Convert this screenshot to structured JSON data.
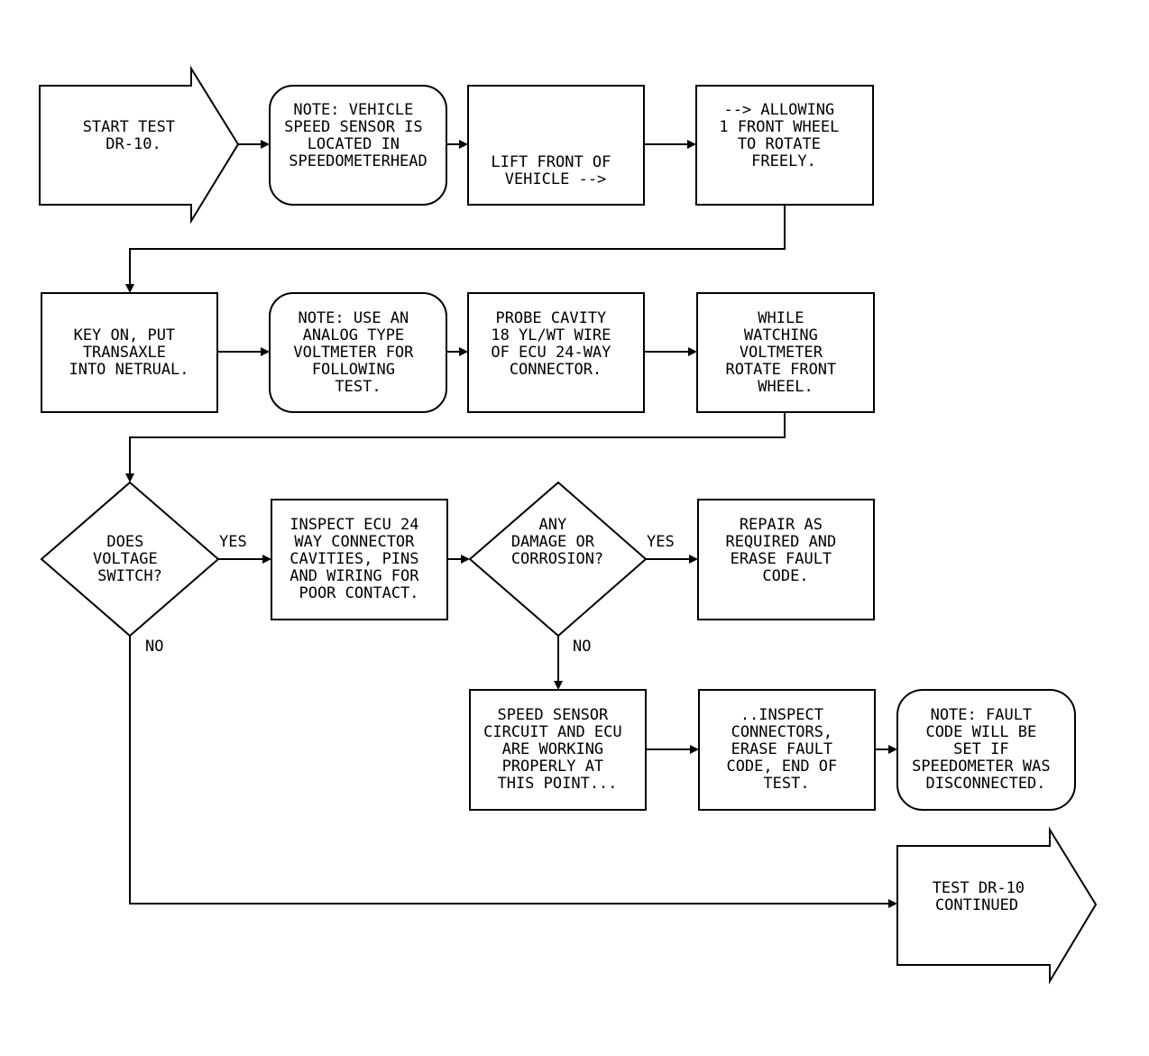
{
  "nodes": {
    "start": [
      "START TEST",
      "DR-10."
    ],
    "note_vss": [
      "NOTE: VEHICLE",
      "SPEED SENSOR IS",
      "LOCATED IN",
      "SPEEDOMETERHEAD"
    ],
    "lift": [
      "LIFT FRONT OF",
      "VEHICLE -->"
    ],
    "allowing": [
      "--> ALLOWING",
      "1 FRONT WHEEL",
      "TO ROTATE",
      "FREELY."
    ],
    "key_on": [
      "KEY ON, PUT",
      "TRANSAXLE",
      "INTO NETRUAL."
    ],
    "note_analog": [
      "NOTE: USE AN",
      "ANALOG TYPE",
      "VOLTMETER FOR",
      "FOLLOWING",
      "TEST."
    ],
    "probe": [
      "PROBE CAVITY",
      "18 YL/WT WIRE",
      "OF ECU 24-WAY",
      "CONNECTOR."
    ],
    "while": [
      "WHILE",
      "WATCHING",
      "VOLTMETER",
      "ROTATE FRONT",
      "WHEEL."
    ],
    "dec_voltage": [
      "DOES",
      "VOLTAGE",
      "SWITCH?"
    ],
    "inspect_ecu": [
      "INSPECT ECU 24",
      "WAY CONNECTOR",
      "CAVITIES, PINS",
      "AND WIRING FOR",
      "POOR CONTACT."
    ],
    "dec_damage": [
      "ANY",
      "DAMAGE OR",
      "CORROSION?"
    ],
    "repair": [
      "REPAIR AS",
      "REQUIRED AND",
      "ERASE FAULT",
      "CODE."
    ],
    "speed_ok": [
      "SPEED SENSOR",
      "CIRCUIT AND ECU",
      "ARE WORKING",
      "PROPERLY AT",
      "THIS POINT..."
    ],
    "inspect_conn": [
      "..INSPECT",
      "CONNECTORS,",
      "ERASE FAULT",
      "CODE, END OF",
      "TEST."
    ],
    "note_fault": [
      "NOTE: FAULT",
      "CODE WILL BE",
      "SET IF",
      "SPEEDOMETER WAS",
      "DISCONNECTED."
    ],
    "continued": [
      "TEST DR-10",
      "CONTINUED"
    ]
  },
  "edge_labels": {
    "voltage_yes": "YES",
    "voltage_no": "NO",
    "damage_yes": "YES",
    "damage_no": "NO"
  }
}
